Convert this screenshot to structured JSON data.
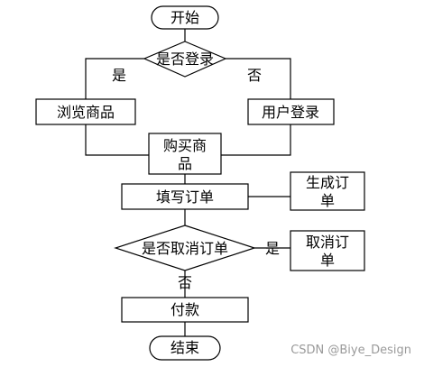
{
  "nodes": {
    "start": "开始",
    "is_logged_in": "是否登录",
    "browse": "浏览商品",
    "user_login": "用户登录",
    "buy_line1": "购买商",
    "buy_line2": "品",
    "fill_order": "填写订单",
    "generate_line1": "生成订",
    "generate_line2": "单",
    "cancel_q": "是否取消订单",
    "cancel_line1": "取消订",
    "cancel_line2": "单",
    "pay": "付款",
    "end": "结束"
  },
  "edges": {
    "yes_login": "是",
    "no_login": "否",
    "yes_cancel": "是",
    "no_cancel": "否"
  },
  "watermark": "CSDN @Biye_Design"
}
